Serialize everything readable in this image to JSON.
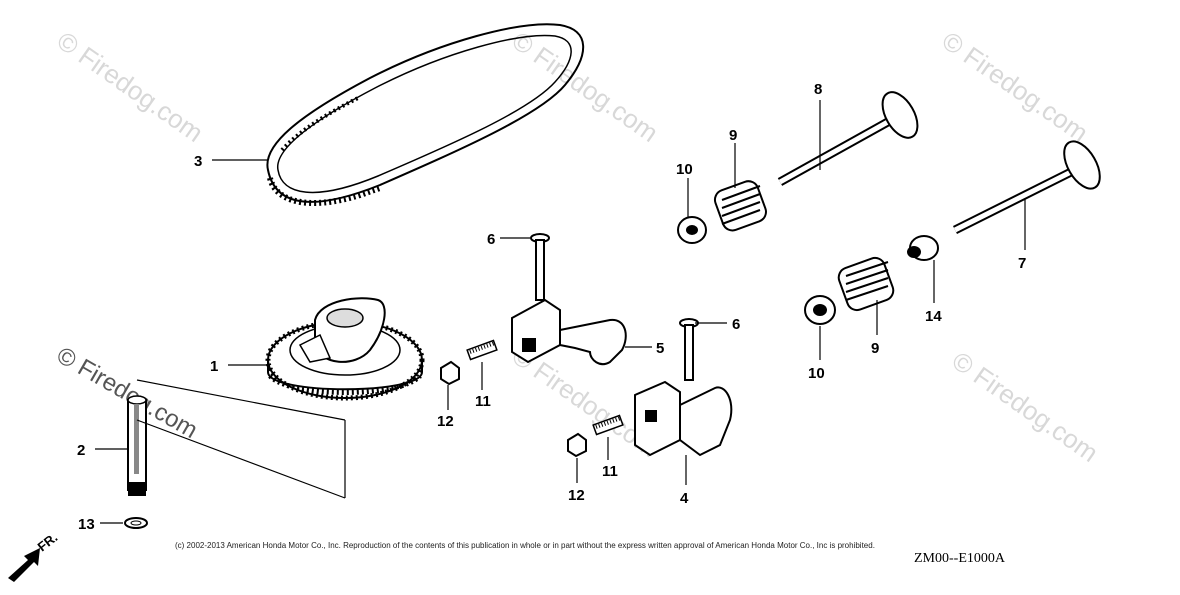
{
  "watermark": "© Firedog.com",
  "callouts": {
    "c1": "1",
    "c2": "2",
    "c3": "3",
    "c4": "4",
    "c5": "5",
    "c6a": "6",
    "c6b": "6",
    "c7": "7",
    "c8": "8",
    "c9a": "9",
    "c9b": "9",
    "c10a": "10",
    "c10b": "10",
    "c11a": "11",
    "c11b": "11",
    "c12a": "12",
    "c12b": "12",
    "c13": "13",
    "c14": "14"
  },
  "front_indicator": "FR.",
  "copyright": "(c) 2002-2013 American Honda Motor Co., Inc. Reproduction of the contents of this publication in whole or in part without the express written approval of American Honda Motor Co., Inc is prohibited.",
  "diagram_code": "ZM00--E1000A"
}
